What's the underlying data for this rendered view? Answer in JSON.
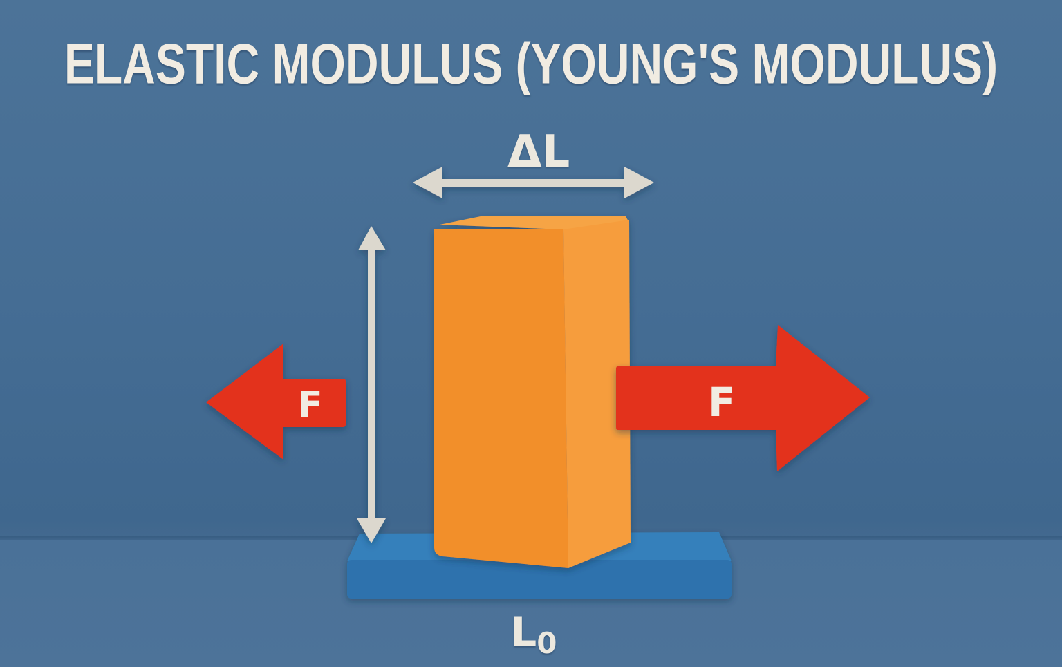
{
  "title": "ELASTIC MODULUS (YOUNG'S MODULUS)",
  "labels": {
    "delta_length": "ΔL",
    "original_length_main": "L",
    "original_length_sub": "0",
    "force_left": "F",
    "force_right": "F"
  },
  "elements": {
    "block": "orange rectangular specimen",
    "base": "blue platform",
    "arrows": [
      "horizontal double arrow (ΔL)",
      "vertical double arrow (height)",
      "left force arrow",
      "right force arrow"
    ]
  },
  "colors": {
    "background": "#4a7098",
    "title_text": "#f1ece2",
    "block_front": "#f4902e",
    "block_side": "#f59b3c",
    "base": "#2f76b0",
    "force_arrow": "#e3301f",
    "dimension_arrow": "#dcd8ce"
  }
}
